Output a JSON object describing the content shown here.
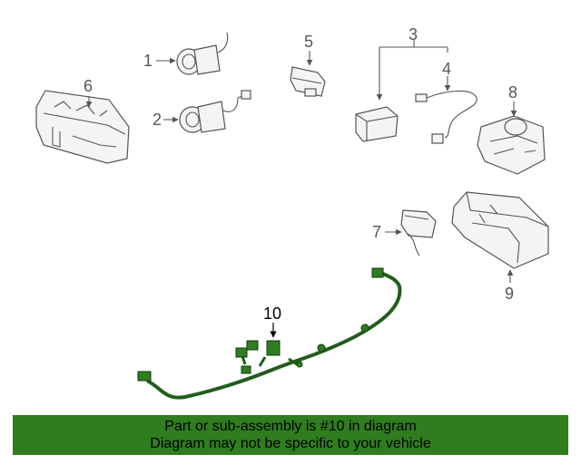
{
  "callouts": {
    "c1": "1",
    "c2": "2",
    "c3": "3",
    "c4": "4",
    "c5": "5",
    "c6": "6",
    "c7": "7",
    "c8": "8",
    "c9": "9",
    "c10": "10"
  },
  "highlight_part": "10",
  "colors": {
    "banner_bg": "#2f7d1e",
    "harness": "#1f5e1a",
    "line_art": "#555555"
  },
  "banner": {
    "line1": "Part or sub-assembly is #10 in diagram",
    "line2": "Diagram may not be specific to your vehicle"
  }
}
